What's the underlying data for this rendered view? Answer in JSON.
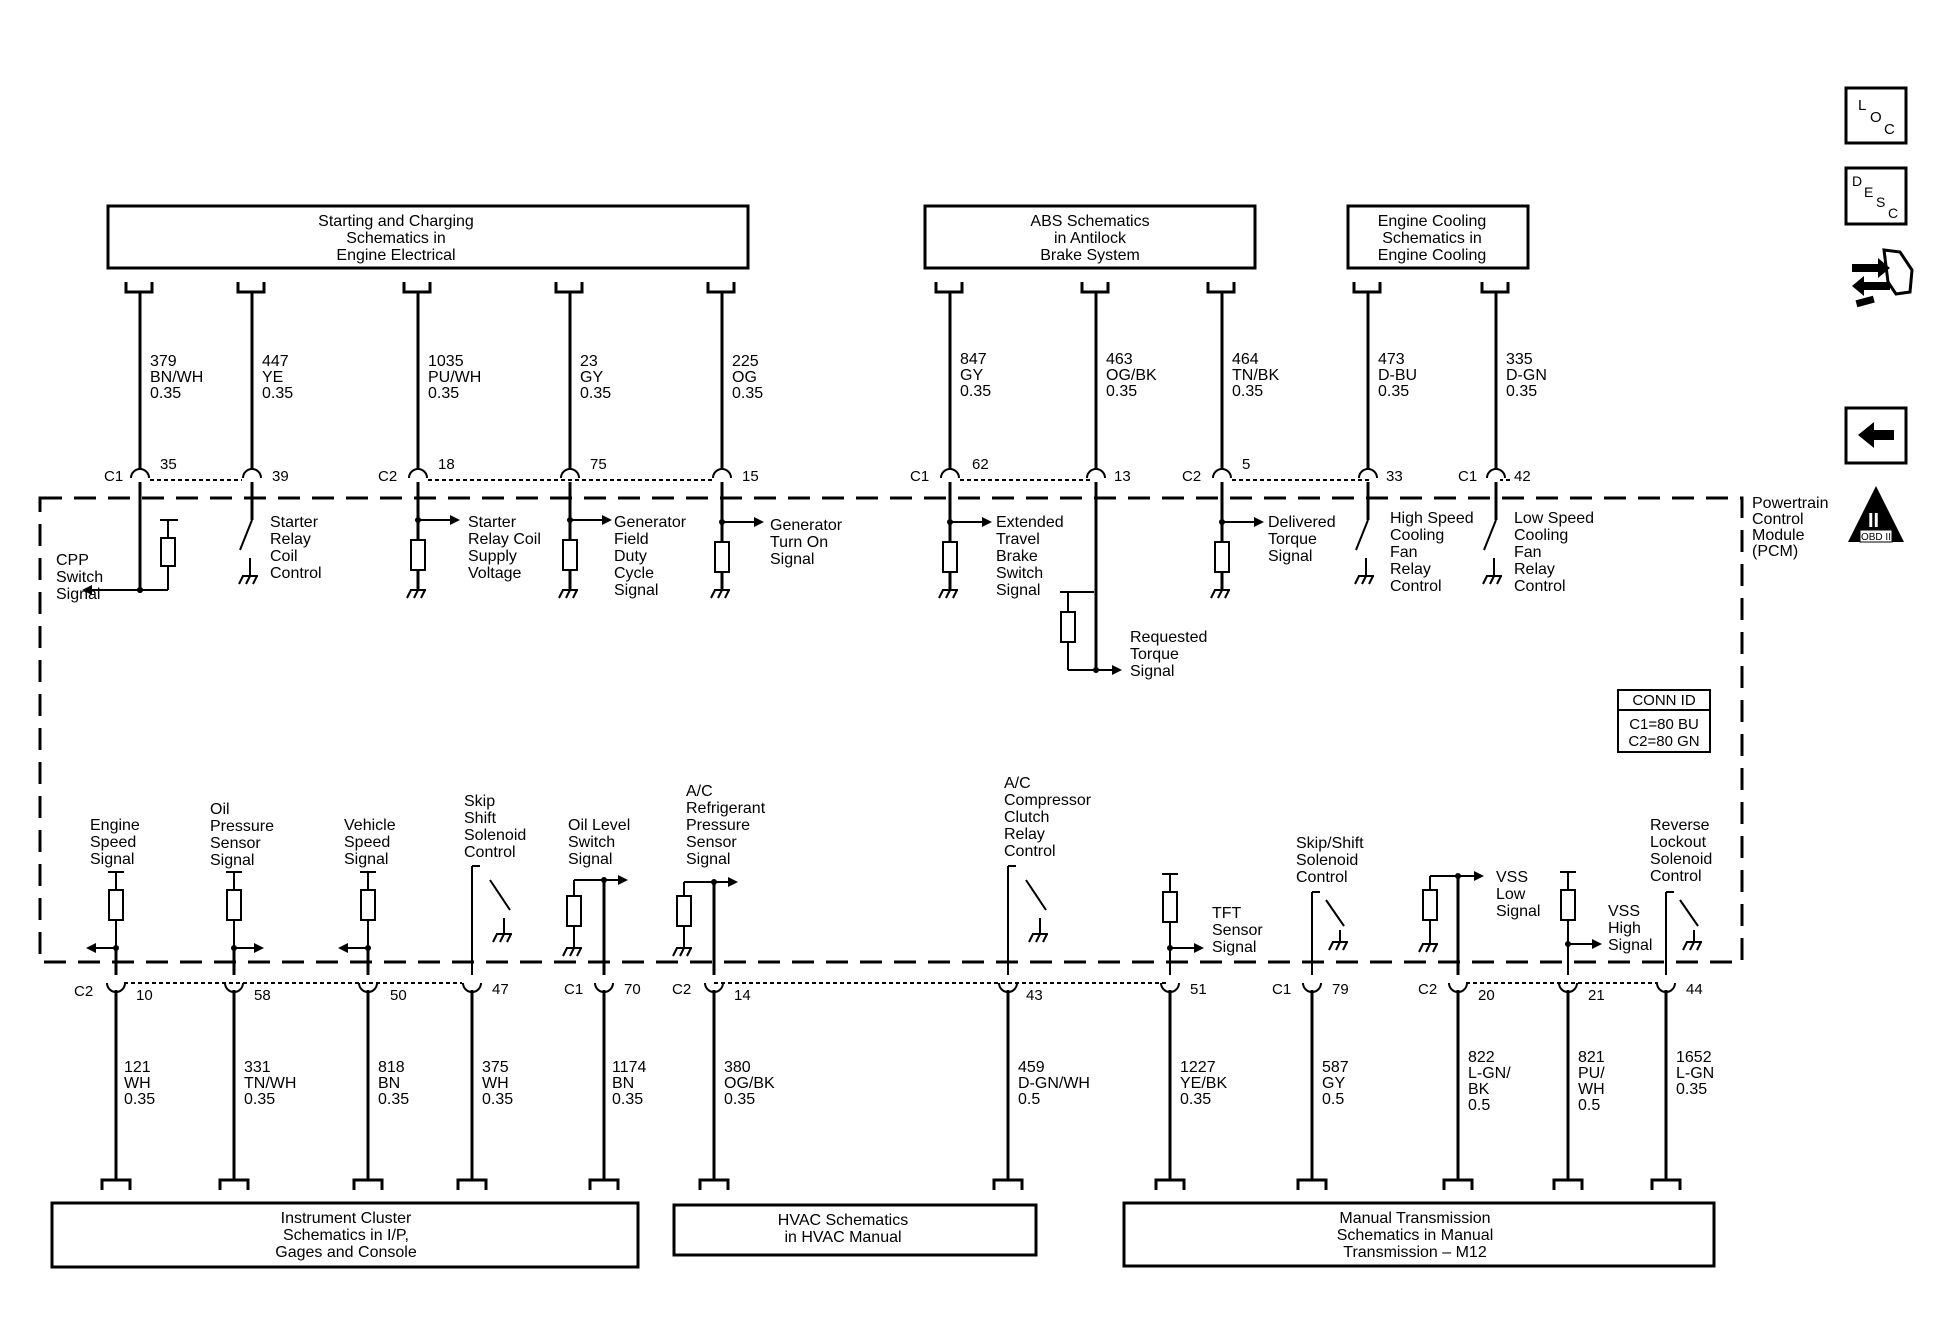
{
  "top_boxes": [
    {
      "lines": [
        "Starting and Charging",
        "Schematics in",
        "Engine Electrical"
      ]
    },
    {
      "lines": [
        "ABS Schematics",
        "in Antilock",
        "Brake System"
      ]
    },
    {
      "lines": [
        "Engine Cooling",
        "Schematics in",
        "Engine Cooling"
      ]
    }
  ],
  "bottom_boxes": [
    {
      "lines": [
        "Instrument Cluster",
        "Schematics in I/P,",
        "Gages and Console"
      ]
    },
    {
      "lines": [
        "HVAC Schematics",
        "in HVAC Manual"
      ]
    },
    {
      "lines": [
        "Manual Transmission",
        "Schematics in Manual",
        "Transmission – M12"
      ]
    }
  ],
  "module": {
    "lines": [
      "Powertrain",
      "Control",
      "Module",
      "(PCM)"
    ]
  },
  "conn_id": {
    "title": "CONN ID",
    "lines": [
      "C1=80 BU",
      "C2=80 GN"
    ]
  },
  "top_wires": [
    {
      "conn": "C1",
      "pin": "35",
      "wire": [
        "379",
        "BN/WH",
        "0.35"
      ],
      "label": [
        "CPP",
        "Switch",
        "Signal"
      ]
    },
    {
      "conn": "",
      "pin": "39",
      "wire": [
        "447",
        "YE",
        "0.35"
      ],
      "label": [
        "Starter",
        "Relay",
        "Coil",
        "Control"
      ]
    },
    {
      "conn": "C2",
      "pin": "18",
      "wire": [
        "1035",
        "PU/WH",
        "0.35"
      ],
      "label": [
        "Starter",
        "Relay Coil",
        "Supply",
        "Voltage"
      ]
    },
    {
      "conn": "",
      "pin": "75",
      "wire": [
        "23",
        "GY",
        "0.35"
      ],
      "label": [
        "Generator",
        "Field",
        "Duty",
        "Cycle",
        "Signal"
      ]
    },
    {
      "conn": "",
      "pin": "15",
      "wire": [
        "225",
        "OG",
        "0.35"
      ],
      "label": [
        "Generator",
        "Turn On",
        "Signal"
      ]
    },
    {
      "conn": "C1",
      "pin": "62",
      "wire": [
        "847",
        "GY",
        "0.35"
      ],
      "label": [
        "Extended",
        "Travel",
        "Brake",
        "Switch",
        "Signal"
      ]
    },
    {
      "conn": "",
      "pin": "13",
      "wire": [
        "463",
        "OG/BK",
        "0.35"
      ],
      "label": [
        "Requested",
        "Torque",
        "Signal"
      ]
    },
    {
      "conn": "C2",
      "pin": "5",
      "wire": [
        "464",
        "TN/BK",
        "0.35"
      ],
      "label": [
        "Delivered",
        "Torque",
        "Signal"
      ]
    },
    {
      "conn": "",
      "pin": "33",
      "wire": [
        "473",
        "D-BU",
        "0.35"
      ],
      "label": [
        "High Speed",
        "Cooling",
        "Fan",
        "Relay",
        "Control"
      ]
    },
    {
      "conn": "C1",
      "pin": "42",
      "wire": [
        "335",
        "D-GN",
        "0.35"
      ],
      "label": [
        "Low Speed",
        "Cooling",
        "Fan",
        "Relay",
        "Control"
      ]
    }
  ],
  "bottom_wires": [
    {
      "conn": "C2",
      "pin": "10",
      "wire": [
        "121",
        "WH",
        "0.35"
      ],
      "label": [
        "Engine",
        "Speed",
        "Signal"
      ]
    },
    {
      "conn": "",
      "pin": "58",
      "wire": [
        "331",
        "TN/WH",
        "0.35"
      ],
      "label": [
        "Oil",
        "Pressure",
        "Sensor",
        "Signal"
      ]
    },
    {
      "conn": "",
      "pin": "50",
      "wire": [
        "818",
        "BN",
        "0.35"
      ],
      "label": [
        "Vehicle",
        "Speed",
        "Signal"
      ]
    },
    {
      "conn": "",
      "pin": "47",
      "wire": [
        "375",
        "WH",
        "0.35"
      ],
      "label": [
        "Skip",
        "Shift",
        "Solenoid",
        "Control"
      ]
    },
    {
      "conn": "C1",
      "pin": "70",
      "wire": [
        "1174",
        "BN",
        "0.35"
      ],
      "label": [
        "Oil Level",
        "Switch",
        "Signal"
      ]
    },
    {
      "conn": "C2",
      "pin": "14",
      "wire": [
        "380",
        "OG/BK",
        "0.35"
      ],
      "label": [
        "A/C",
        "Refrigerant",
        "Pressure",
        "Sensor",
        "Signal"
      ]
    },
    {
      "conn": "",
      "pin": "43",
      "wire": [
        "459",
        "D-GN/WH",
        "0.5"
      ],
      "label": [
        "A/C",
        "Compressor",
        "Clutch",
        "Relay",
        "Control"
      ]
    },
    {
      "conn": "",
      "pin": "51",
      "wire": [
        "1227",
        "YE/BK",
        "0.35"
      ],
      "label": [
        "TFT",
        "Sensor",
        "Signal"
      ]
    },
    {
      "conn": "C1",
      "pin": "79",
      "wire": [
        "587",
        "GY",
        "0.5"
      ],
      "label": [
        "Skip/Shift",
        "Solenoid",
        "Control"
      ]
    },
    {
      "conn": "C2",
      "pin": "20",
      "wire": [
        "822",
        "L-GN/",
        "BK",
        "0.5"
      ],
      "label": [
        "VSS",
        "Low",
        "Signal"
      ]
    },
    {
      "conn": "",
      "pin": "21",
      "wire": [
        "821",
        "PU/",
        "WH",
        "0.5"
      ],
      "label": [
        "VSS",
        "High",
        "Signal"
      ]
    },
    {
      "conn": "",
      "pin": "44",
      "wire": [
        "1652",
        "L-GN",
        "0.35"
      ],
      "label": [
        "Reverse",
        "Lockout",
        "Solenoid",
        "Control"
      ]
    }
  ],
  "side_icons": [
    {
      "name": "loc-icon",
      "letters": [
        "L",
        "O",
        "C"
      ]
    },
    {
      "name": "desc-icon",
      "letters": [
        "D",
        "E",
        "S",
        "C"
      ]
    },
    {
      "name": "service-wrench-icon"
    },
    {
      "name": "back-arrow-icon"
    },
    {
      "name": "obd-ii-icon",
      "letters": [
        "II"
      ],
      "label": "OBD II"
    }
  ]
}
